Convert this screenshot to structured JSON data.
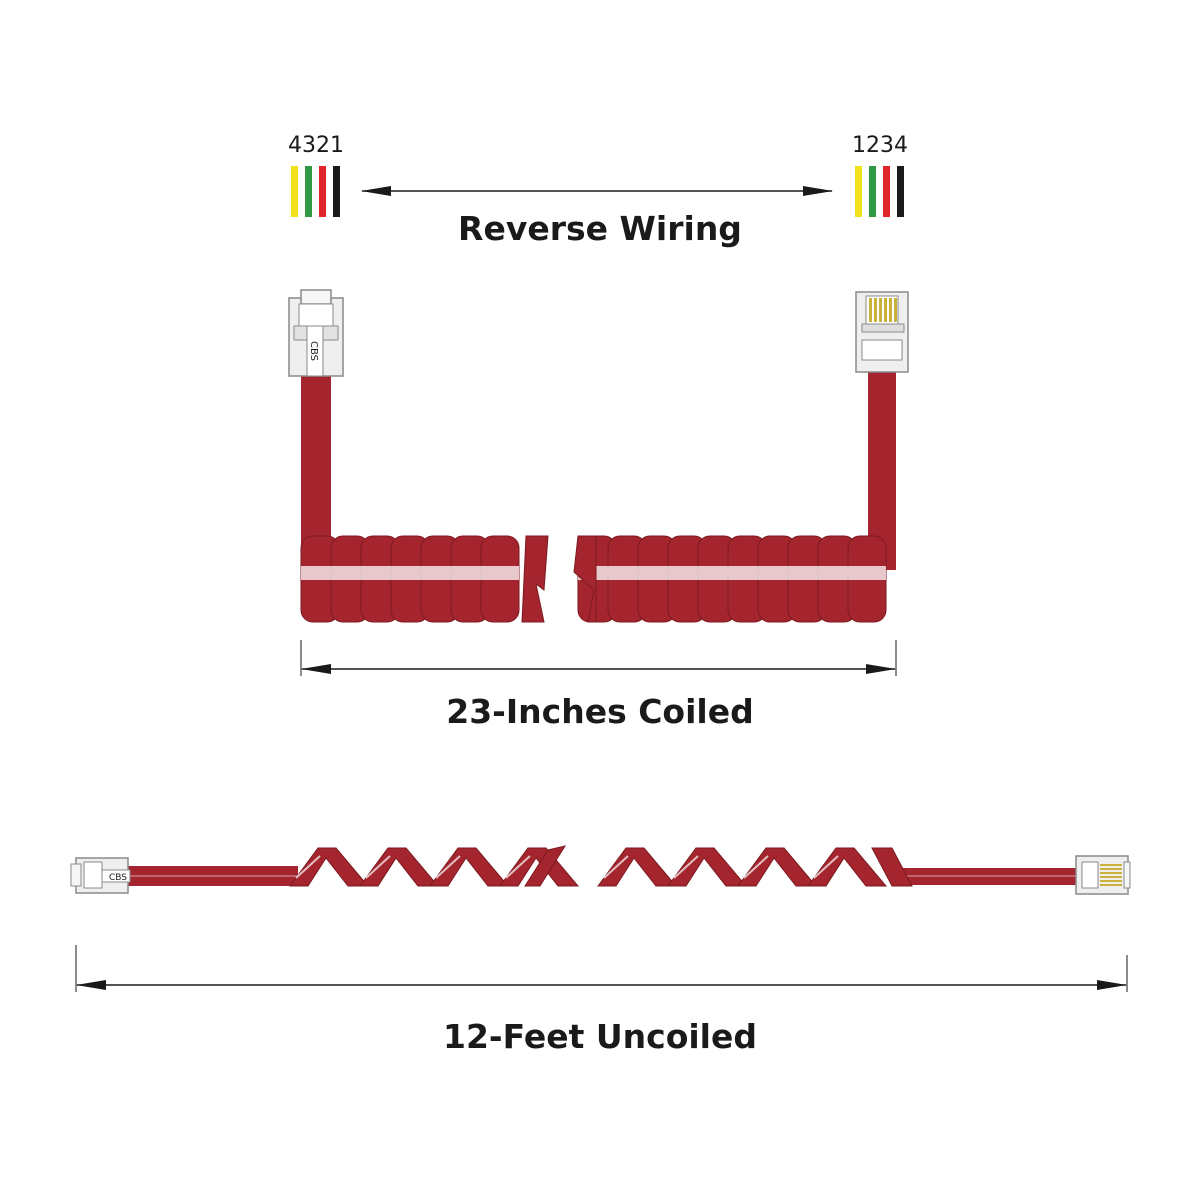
{
  "wiring": {
    "left_pin_order": "4321",
    "right_pin_order": "1234",
    "title": "Reverse Wiring",
    "wire_colors": [
      "yellow",
      "green",
      "red",
      "black"
    ]
  },
  "connector_left": {
    "marking": "CBS"
  },
  "coiled": {
    "label": "23-Inches Coiled"
  },
  "uncoiled": {
    "label": "12-Feet Uncoiled",
    "connector_marking": "CBS"
  },
  "colors": {
    "cable": "#a4252d",
    "cable_dark": "#7d1a20",
    "wire_yellow": "#f2e21b",
    "wire_green": "#2f9a43",
    "wire_red": "#e0252a",
    "wire_black": "#1a1a1a",
    "plug_body": "#efefef",
    "contacts": "#c9b13c",
    "text": "#1a1a1a"
  },
  "icons": {
    "arrow_double": "double-headed-arrow",
    "plug": "rj11-plug"
  }
}
